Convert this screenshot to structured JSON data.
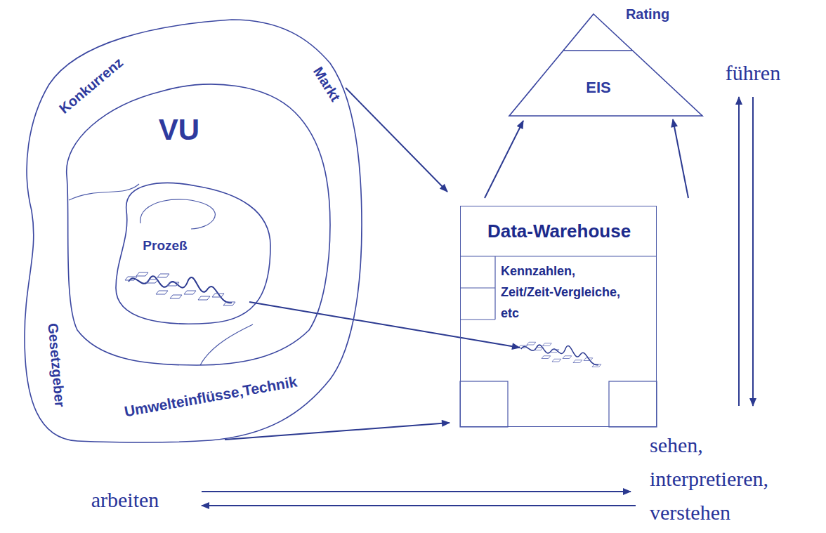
{
  "diagram": {
    "nodes": [
      {
        "text": [
          "Konkurrenz",
          "Markt",
          "Gesetzgeber",
          "Umwelteinflüsse,Technik"
        ]
      },
      {
        "text": [
          "VU"
        ],
        "in": 0
      },
      {
        "text": [
          "Prozeß"
        ],
        "in": 1
      },
      {
        "text": [
          "Data-Warehouse",
          "Kennzahlen, Zeit/Zeit-Vergleiche, etc"
        ]
      },
      {
        "text": [
          "Rating",
          "EIS"
        ]
      }
    ],
    "edges": [
      {
        "from": 0,
        "to": 3,
        "arrow": "to"
      },
      {
        "from": 2,
        "to": 3,
        "arrow": "to"
      },
      {
        "from": 0,
        "to": 3,
        "arrow": "to"
      },
      {
        "from": 3,
        "to": 4,
        "arrow": "to"
      },
      {
        "from": 3,
        "to": 4,
        "arrow": "to"
      }
    ],
    "labels": [
      "führen",
      "sehen, interpretieren, verstehen",
      "arbeiten"
    ]
  }
}
